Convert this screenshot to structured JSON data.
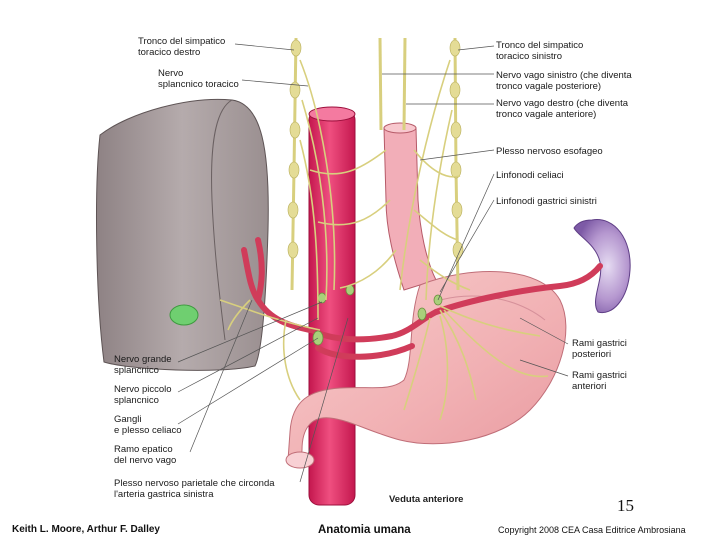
{
  "labels": {
    "tronco_simpatico_destro": "Tronco del simpatico\ntoracico destro",
    "nervo_splancnico_toracico": "Nervo\nsplancnico toracico",
    "tronco_simpatico_sinistro": "Tronco del simpatico\ntoracico sinistro",
    "nervo_vago_sinistro": "Nervo vago sinistro (che diventa\ntronco vagale posteriore)",
    "nervo_vago_destro": "Nervo vago destro (che diventa\ntronco vagale anteriore)",
    "plesso_esofageo": "Plesso nervoso esofageo",
    "linfonodi_celiaci": "Linfonodi celiaci",
    "linfonodi_gastrici_sinistri": "Linfonodi gastrici sinistri",
    "rami_gastrici_posteriori": "Rami gastrici\nposteriori",
    "rami_gastrici_anteriori": "Rami gastrici\nanteriori",
    "nervo_grande_splancnico": "Nervo grande\nsplancnico",
    "nervo_piccolo_splancnico": "Nervo piccolo\nsplancnico",
    "gangli_plesso_celiaco": "Gangli\ne plesso celiaco",
    "ramo_epatico": "Ramo epatico\ndel nervo vago",
    "plesso_parietale": "Plesso nervoso parietale che circonda\nl'arteria gastrica sinistra"
  },
  "view_caption": "Veduta anteriore",
  "slide_number": "15",
  "footer": {
    "authors": "Keith L. Moore, Arthur F. Dalley",
    "title": "Anatomia umana",
    "copyright": "Copyright 2008 CEA Casa Editrice Ambrosiana"
  },
  "colors": {
    "liver": "#aa9fa0",
    "aorta": "#e0336a",
    "stomach": "#f4bcbc",
    "nerve": "#ddd488",
    "spleen": "#b597cf",
    "gallbladder": "#6fcf70"
  }
}
